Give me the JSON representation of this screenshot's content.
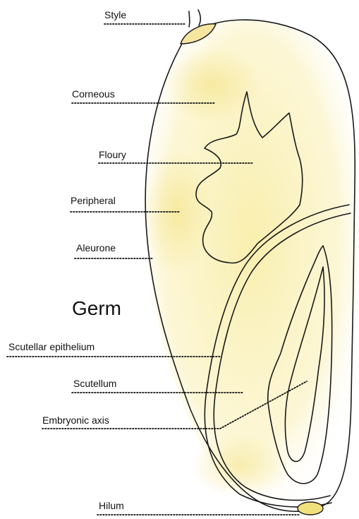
{
  "labels": {
    "style": "Style",
    "corneous": "Corneous",
    "floury": "Floury",
    "peripheral": "Peripheral",
    "aleurone": "Aleurone",
    "germ": "Germ",
    "scutellar_epithelium": "Scutellar epithelium",
    "scutellum": "Scutellum",
    "embryonic_axis": "Embryonic axis",
    "hilum": "Hilum"
  },
  "colors": {
    "endosperm_fill": "#faf2b4",
    "floury_fill": "#fbf0a8",
    "germ_fill": "#fbf4c4",
    "outline": "#1a1a1a",
    "hilum_fill": "#f1e17c"
  }
}
